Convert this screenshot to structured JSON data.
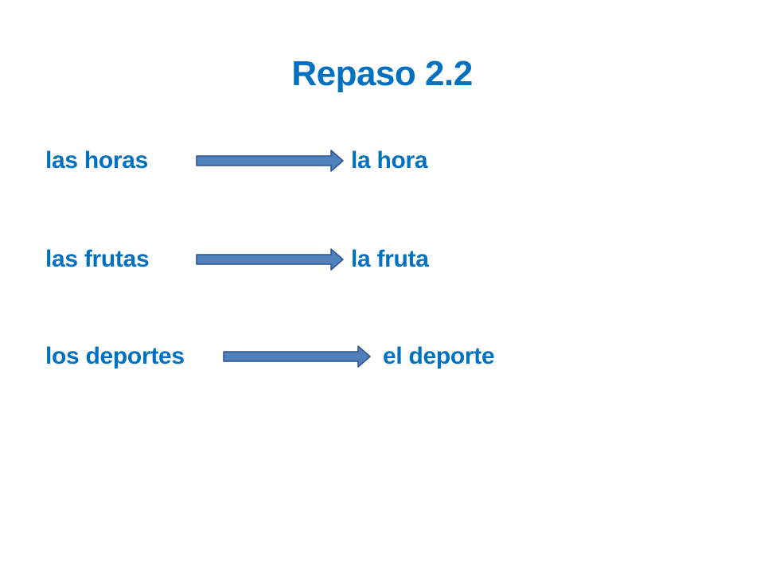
{
  "slide": {
    "title": "Repaso 2.2",
    "text_color": "#0070c0",
    "arrow_fill": "#4f81bd",
    "arrow_stroke": "#2f528f",
    "rows": [
      {
        "plural": "las horas",
        "singular": "la hora"
      },
      {
        "plural": "las frutas",
        "singular": "la fruta"
      },
      {
        "plural": "los deportes",
        "singular": "el deporte"
      }
    ]
  }
}
